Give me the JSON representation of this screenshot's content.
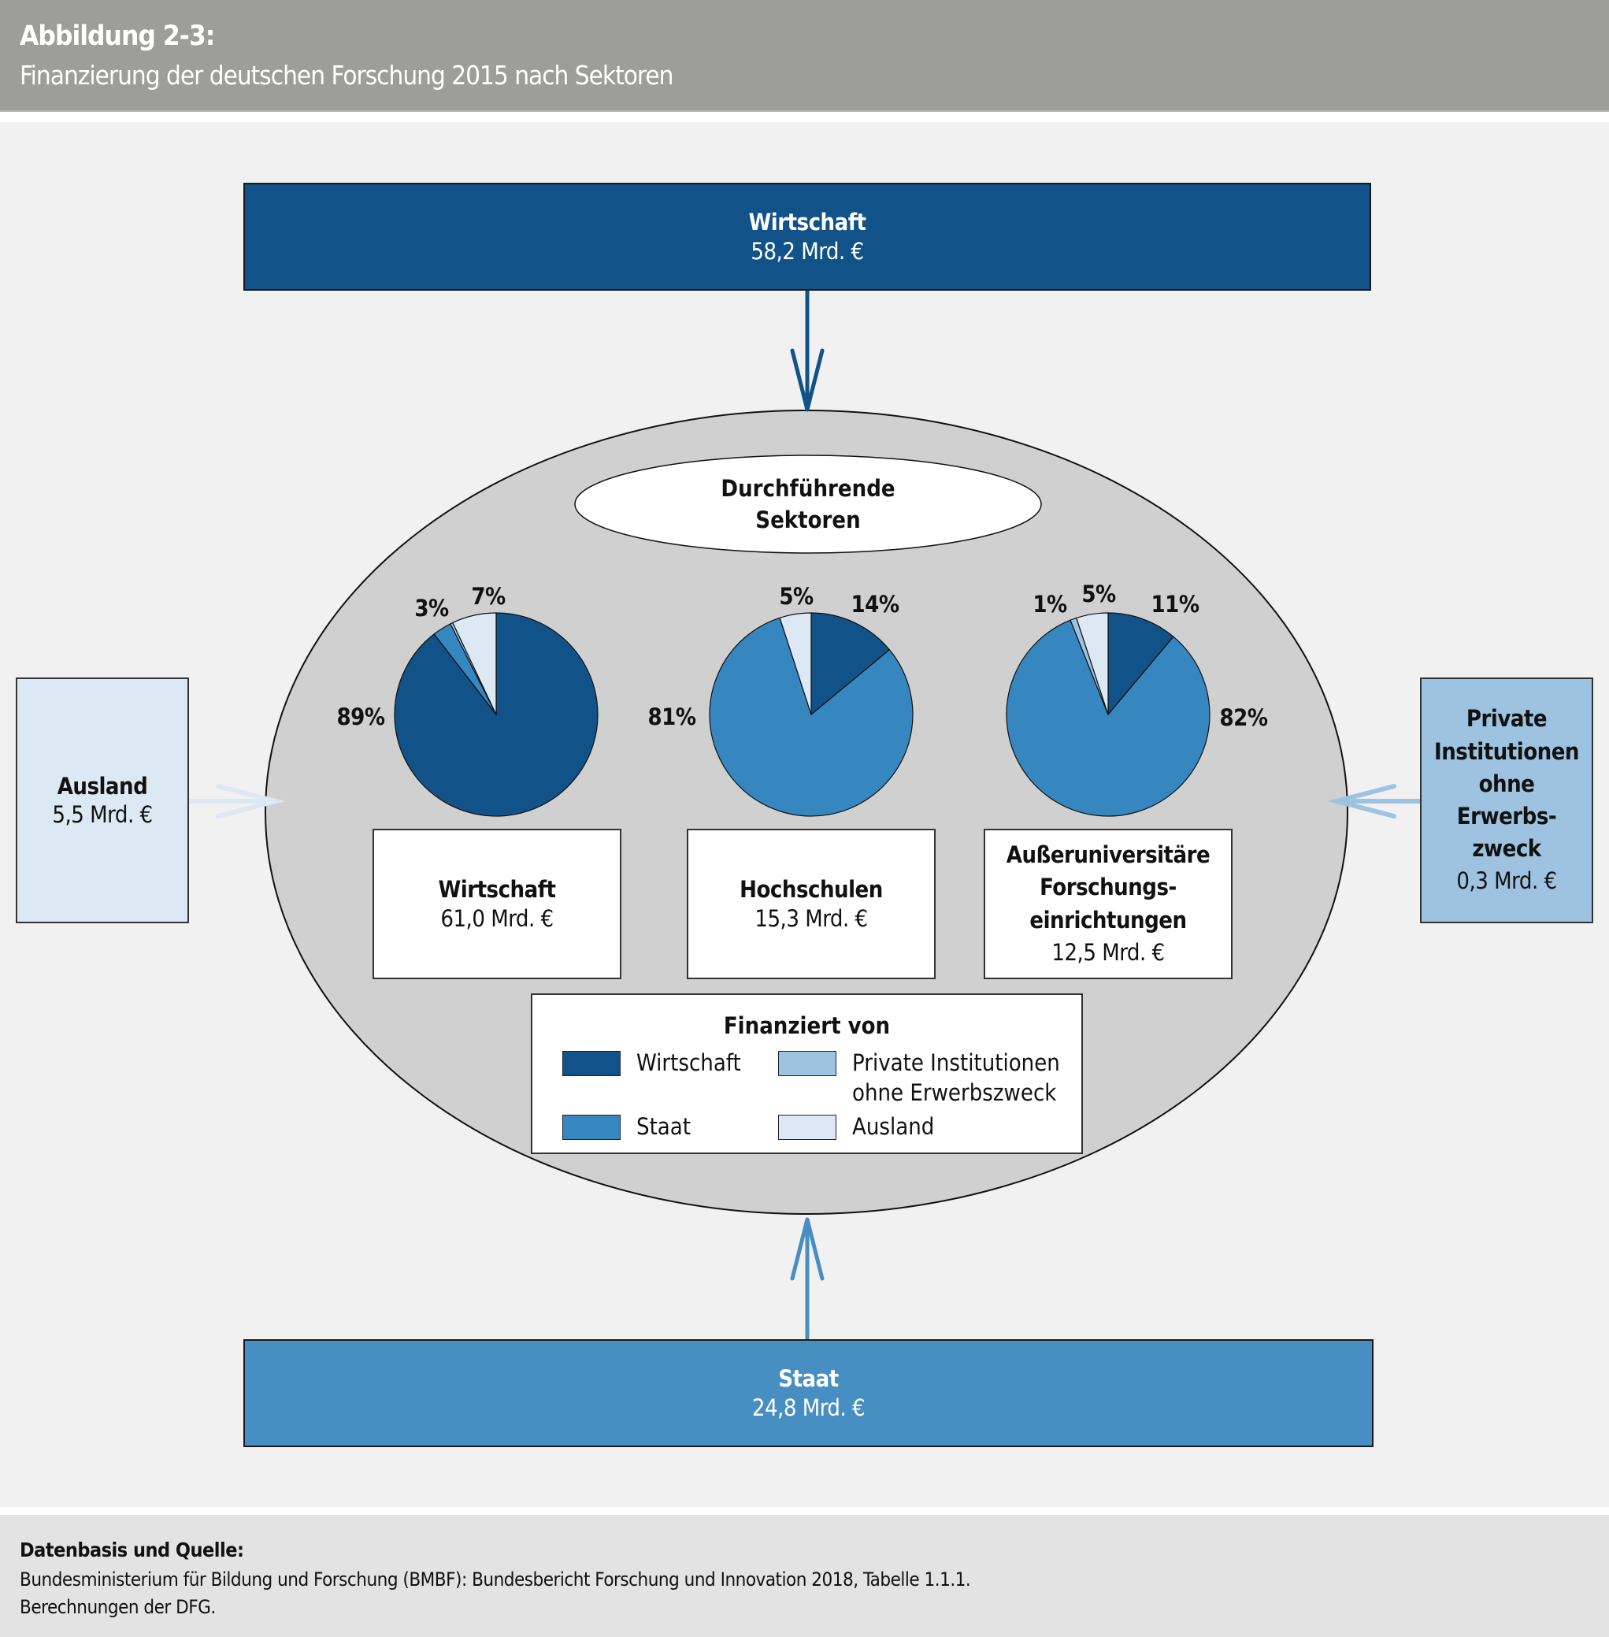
{
  "header": {
    "figure_label": "Abbildung 2-3:",
    "title": "Finanzierung der deutschen Forschung 2015 nach Sektoren"
  },
  "colors": {
    "wirtschaft": "#115289",
    "staat": "#3686c0",
    "private": "#9dc3e0",
    "ausland": "#dce8f3",
    "staat_box": "#478ec2"
  },
  "funders": {
    "wirtschaft": {
      "name": "Wirtschaft",
      "value": "58,2 Mrd. €"
    },
    "staat": {
      "name": "Staat",
      "value": "24,8 Mrd. €"
    },
    "ausland": {
      "name": "Ausland",
      "value": "5,5 Mrd. €"
    },
    "private": {
      "name_lines": [
        "Private",
        "Institutionen",
        "ohne",
        "Erwerbs-",
        "zweck"
      ],
      "value": "0,3 Mrd. €"
    }
  },
  "center_label": {
    "line1": "Durchführende",
    "line2": "Sektoren"
  },
  "sectors": [
    {
      "name_lines": [
        "Wirtschaft"
      ],
      "value": "61,0 Mrd. €"
    },
    {
      "name_lines": [
        "Hochschulen"
      ],
      "value": "15,3 Mrd. €"
    },
    {
      "name_lines": [
        "Außeruniversitäre",
        "Forschungs-",
        "einrichtungen"
      ],
      "value": "12,5 Mrd. €"
    }
  ],
  "legend": {
    "title": "Finanziert von",
    "items": [
      {
        "label": "Wirtschaft"
      },
      {
        "label": "Private Institutionen ohne Erwerbszweck",
        "line1": "Private Institutionen",
        "line2": "ohne Erwerbszweck"
      },
      {
        "label": "Staat"
      },
      {
        "label": "Ausland"
      }
    ]
  },
  "chart_data": [
    {
      "type": "pie",
      "title": "Wirtschaft",
      "categories": [
        "Wirtschaft",
        "Staat",
        "Private Institutionen ohne Erwerbszweck",
        "Ausland"
      ],
      "values": [
        89,
        3,
        0.4,
        7
      ],
      "labels": [
        "89%",
        "3%",
        "",
        "7%"
      ]
    },
    {
      "type": "pie",
      "title": "Hochschulen",
      "categories": [
        "Wirtschaft",
        "Staat",
        "Private Institutionen ohne Erwerbszweck",
        "Ausland"
      ],
      "values": [
        14,
        81,
        0,
        5
      ],
      "labels": [
        "14%",
        "81%",
        "",
        "5%"
      ]
    },
    {
      "type": "pie",
      "title": "Außeruniversitäre Forschungseinrichtungen",
      "categories": [
        "Wirtschaft",
        "Staat",
        "Private Institutionen ohne Erwerbszweck",
        "Ausland"
      ],
      "values": [
        11,
        82,
        1,
        5
      ],
      "labels": [
        "11%",
        "82%",
        "1%",
        "5%"
      ]
    }
  ],
  "footer": {
    "heading": "Datenbasis und Quelle:",
    "line1": "Bundesministerium für Bildung und Forschung (BMBF): Bundesbericht Forschung und Innovation 2018, Tabelle 1.1.1.",
    "line2": "Berechnungen der DFG."
  }
}
